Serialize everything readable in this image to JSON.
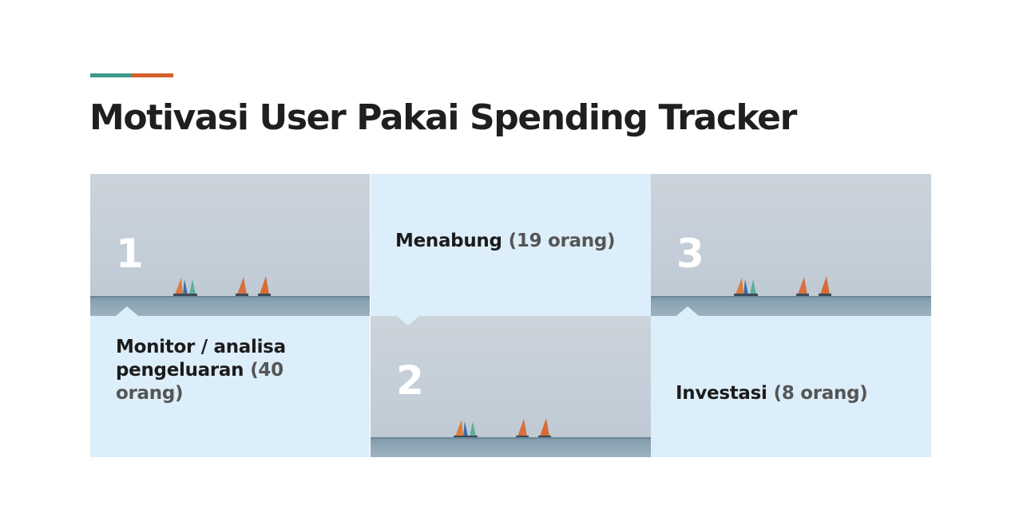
{
  "title": "Motivasi User Pakai Spending Tracker",
  "items": [
    {
      "number": "1",
      "label": "Monitor / analisa pengeluaran",
      "count": "(40 orang)"
    },
    {
      "number": "2",
      "label": "Menabung",
      "count": "(19 orang)"
    },
    {
      "number": "3",
      "label": "Investasi",
      "count": "(8 orang)"
    }
  ],
  "colors": {
    "accent_teal": "#3d9a8f",
    "accent_orange": "#d5612a",
    "panel_blue": "#ddeefb"
  }
}
